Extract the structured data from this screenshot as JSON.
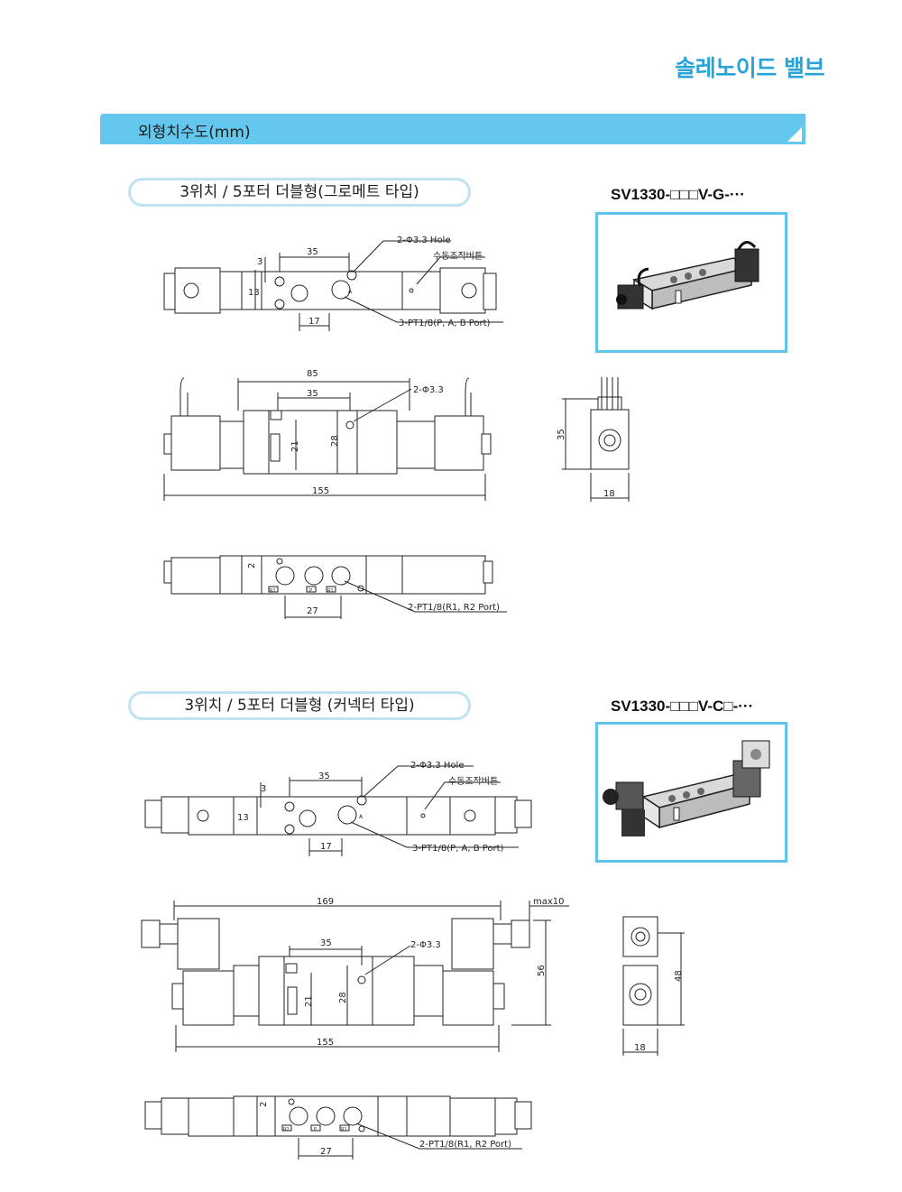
{
  "header": {
    "title": "솔레노이드 밸브"
  },
  "section": {
    "title": "외형치수도(mm)"
  },
  "blocks": [
    {
      "type_label": "3위치 / 5포터 더블형(그로메트 타입)",
      "model": "SV1330-□□□V-G-···",
      "annotations": {
        "hole": "2-Φ3.3 Hole",
        "manual": "수동조작버튼",
        "pab_port": "3-PT1/8(P, A, B Port)",
        "mount": "2-Φ3.3",
        "r_port": "2-PT1/8(R1, R2 Port)"
      },
      "dims": {
        "top_35": "35",
        "top_3": "3",
        "top_13": "13",
        "top_17": "17",
        "front_85": "85",
        "front_35": "35",
        "front_21": "21",
        "front_28": "28",
        "front_155": "155",
        "side_35": "35",
        "side_18": "18",
        "bottom_2": "2",
        "bottom_27": "27"
      },
      "port_marks": {
        "a": "A",
        "r2": "R2",
        "p": "P",
        "r1": "R1"
      }
    },
    {
      "type_label": "3위치 / 5포터 더블형 (커넥터 타입)",
      "model": "SV1330-□□□V-C□-···",
      "annotations": {
        "hole": "2-Φ3.3 Hole",
        "manual": "수동조작버튼",
        "pab_port": "3-PT1/8(P, A, B Port)",
        "mount": "2-Φ3.3",
        "r_port": "2-PT1/8(R1, R2 Port)"
      },
      "dims": {
        "top_35": "35",
        "top_3": "3",
        "top_13": "13",
        "top_17": "17",
        "front_169": "169",
        "front_max": "max10",
        "front_35": "35",
        "front_21": "21",
        "front_28": "28",
        "front_56": "56",
        "front_155": "155",
        "side_48": "48",
        "side_18": "18",
        "bottom_2": "2",
        "bottom_27": "27"
      },
      "port_marks": {
        "a": "A",
        "r2": "R2",
        "p": "P",
        "r1": "R1"
      }
    }
  ]
}
